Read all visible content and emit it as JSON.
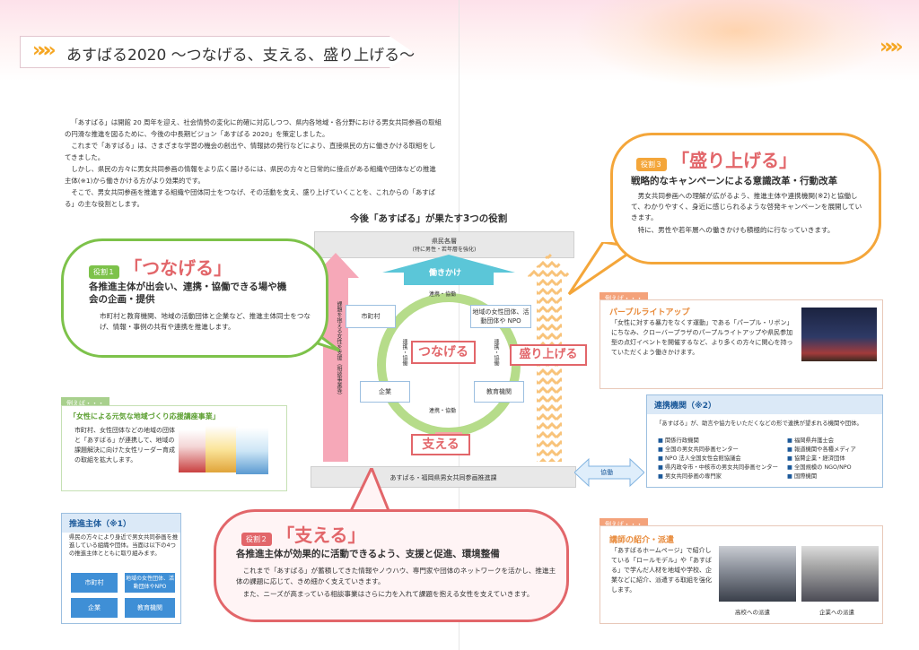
{
  "header": {
    "title": "あすばる2020 〜つなげる、支える、盛り上げる〜",
    "chevrons": "»»»"
  },
  "intro": {
    "paragraphs": [
      "「あすばる」は開館 20 周年を迎え、社会情勢の変化に的確に対応しつつ、県内各地域・各分野における男女共同参画の取組の円滑な推進を図るために、今後の中長期ビジョン「あすばる 2020」を策定しました。",
      "これまで「あすばる」は、さまざまな学習の機会の創出や、情報誌の発行などにより、直接県民の方に働きかける取組をしてきました。",
      "しかし、県民の方々に男女共同参画の情報をより広く届けるには、県民の方々と日常的に接点がある組織や団体などの推進主体(※1)から働きかける方がより効果的です。",
      "そこで、男女共同参画を推進する組織や団体同士をつなげ、その活動を支え、盛り上げていくことを、これからの「あすばる」の主な役割とします。"
    ]
  },
  "role1": {
    "tag": "役割１",
    "title": "「つなげる」",
    "heading": "各推進主体が出会い、連携・協働できる場や機会の企画・提供",
    "body": "市町村と教育機関、地域の活動団体と企業など、推進主体同士をつなげ、情報・事例の共有や連携を推進します。"
  },
  "role2": {
    "tag": "役割２",
    "title": "「支える」",
    "heading": "各推進主体が効果的に活動できるよう、支援と促進、環境整備",
    "body1": "これまで「あすばる」が蓄積してきた情報やノウハウ、専門家や団体のネットワークを活かし、推進主体の課題に応じて、きめ細かく支えていきます。",
    "body2": "また、ニーズが高まっている相談事業はさらに力を入れて課題を抱える女性を支えていきます。"
  },
  "role3": {
    "tag": "役割３",
    "title": "「盛り上げる」",
    "heading": "戦略的なキャンペーンによる意識改革・行動改革",
    "body1": "男女共同参画への理解が広がるよう、推進主体や連携機関(※2)と協働して、わかりやすく、身近に感じられるような啓発キャンペーンを展開していきます。",
    "body2": "特に、男性や若年層への働きかけも積極的に行なっていきます。"
  },
  "diagram": {
    "title": "今後「あすばる」が果たす3つの役割",
    "top_box": "県民各層",
    "top_box_sub": "(特に男性・若年層を強化)",
    "bottom_box": "あすばる・福岡県男女共同参画推進課",
    "hatarakikake": "働きかけ",
    "left_arrow_label": "課題を抱える女性を支援（相談事業等）",
    "node_city": "市町村",
    "node_groups": "地域の女性団体、活動団体や NPO",
    "node_company": "企業",
    "node_school": "教育機関",
    "ring_top": "連携・協働",
    "ring_bottom": "連携・協働",
    "ring_left": "連携・協働",
    "ring_right": "連携・協働",
    "tsunageru": "つなげる",
    "sasaeru": "支える",
    "moriageru": "盛り上げる",
    "kyodo": "協働"
  },
  "example_left": {
    "tag": "例えば・・・",
    "title": "「女性による元気な地域づくり応援講座事業」",
    "body": "市町村、女性団体などの地域の団体と「あすばる」が連携して、地域の課題解決に向けた女性リーダー育成の取組を拡大します。"
  },
  "suishin": {
    "title": "推進主体（※1）",
    "body": "県民の方々により身近で男女共同参画を推進している組織や団体。当面は以下の4つの推進主体とともに取り組みます。",
    "tiles": [
      "市町村",
      "地域の女性団体、活動団体やNPO",
      "企業",
      "教育機関"
    ]
  },
  "example_purple": {
    "tag": "例えば・・・",
    "title": "パープルライトアップ",
    "body": "「女性に対する暴力をなくす運動」である「パープル・リボン」にちなみ、クローバープラザのパープルライトアップや県民参加型の点灯イベントを開催するなど、より多くの方々に関心を持っていただくよう働きかけます。"
  },
  "renkei": {
    "title": "連携機関（※2）",
    "body": "「あすばる」が、助言や協力をいただくなどの形で連携が望まれる機関や団体。",
    "items_left": [
      "関係行政機関",
      "全国の男女共同参画センター",
      "NPO 法人全国女性会館協議会",
      "県内政令市・中核市の男女共同参画センター",
      "男女共同参画の専門家"
    ],
    "items_right": [
      "福岡県弁護士会",
      "報道機関や各種メディア",
      "協賛企業・経済団体",
      "全国規模の NGO/NPO",
      "国際機関"
    ]
  },
  "example_lecturer": {
    "tag": "例えば・・・",
    "title": "講師の紹介・派遣",
    "body": "「あすばるホームページ」で紹介している「ロールモデル」や「あすばる」で学んだ人材を地域や学校、企業などに紹介、派遣する取組を強化します。",
    "caption1": "高校への派遣",
    "caption2": "企業への派遣"
  },
  "colors": {
    "green": "#7dc24a",
    "orange": "#f4a63a",
    "red": "#e2666a",
    "blue": "#3f8fd6",
    "teal": "#5bc6d8"
  }
}
